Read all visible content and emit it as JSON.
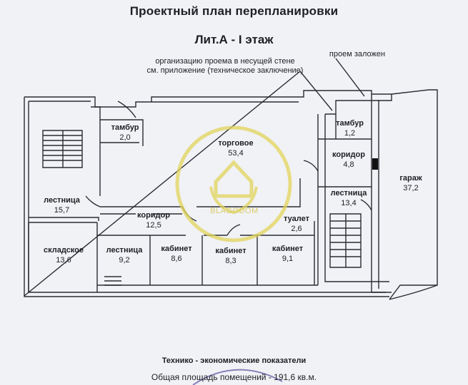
{
  "title": "Проектный план перепланировки",
  "subtitle": "Лит.А - I этаж",
  "annotations": {
    "opening_note_line1": "организацию проема  в несущей стене",
    "opening_note_line2": "см. приложение (техническое заключение)",
    "blocked_note": "проем заложен"
  },
  "rooms": {
    "tambur_left": {
      "name": "тамбур",
      "area": "2,0"
    },
    "torgovoe": {
      "name": "торговое",
      "area": "53,4"
    },
    "tambur_right": {
      "name": "тамбур",
      "area": "1,2"
    },
    "koridor_right": {
      "name": "коридор",
      "area": "4,8"
    },
    "garazh": {
      "name": "гараж",
      "area": "37,2"
    },
    "lestnitsa_left": {
      "name": "лестница",
      "area": "15,7"
    },
    "lestnitsa_right": {
      "name": "лестница",
      "area": "13,4"
    },
    "koridor_mid": {
      "name": "коридор",
      "area": "12,5"
    },
    "tualet": {
      "name": "туалет",
      "area": "2,6"
    },
    "skladskoe": {
      "name": "складское",
      "area": "13,6"
    },
    "lestnitsa_bottom": {
      "name": "лестница",
      "area": "9,2"
    },
    "kabinet_1": {
      "name": "кабинет",
      "area": "8,6"
    },
    "kabinet_2": {
      "name": "кабинет",
      "area": "8,3"
    },
    "kabinet_3": {
      "name": "кабинет",
      "area": "9,1"
    }
  },
  "watermark": {
    "text": "BLAGODOM",
    "color": "#e2d45a"
  },
  "footer": {
    "heading": "Технико - экономические показатели",
    "total_area": "Общая площадь помещений - 191,6 кв.м."
  },
  "colors": {
    "background": "#f1f2f6",
    "lines": "#2a2c33",
    "stamp": "#8a7fb8"
  }
}
